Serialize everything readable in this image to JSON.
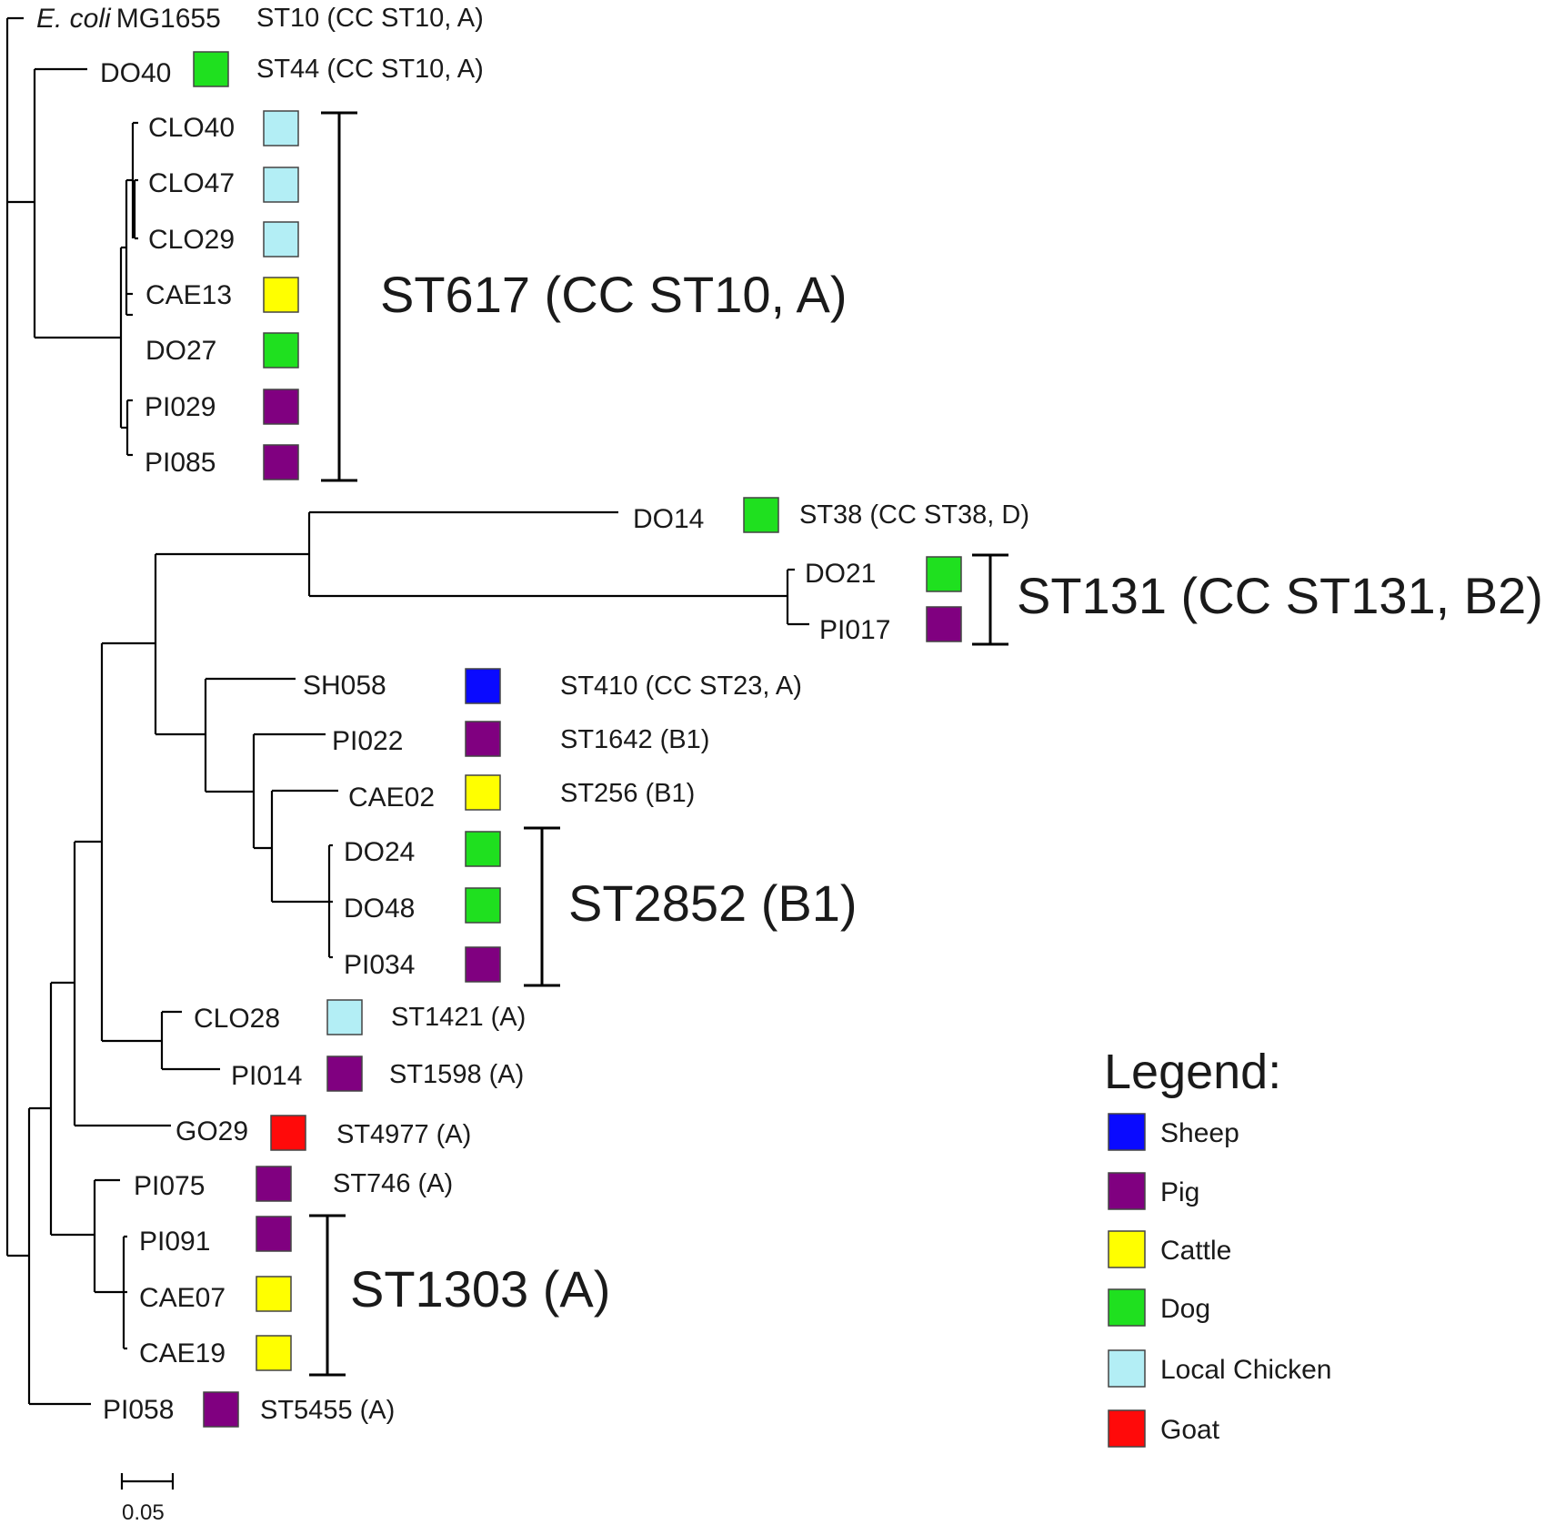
{
  "colors": {
    "sheep": "#0a0aff",
    "pig": "#800080",
    "cattle": "#ffff00",
    "dog": "#1fe01f",
    "local_chicken": "#b3eef5",
    "goat": "#ff0a0a"
  },
  "root_leaf": {
    "italic": "E. coli",
    "name": "MG1655",
    "st": "ST10 (CC ST10, A)"
  },
  "leaves": [
    {
      "name": "DO40",
      "host": "dog",
      "st": "ST44 (CC ST10, A)"
    },
    {
      "name": "CLO40",
      "host": "local_chicken",
      "st": ""
    },
    {
      "name": "CLO47",
      "host": "local_chicken",
      "st": ""
    },
    {
      "name": "CLO29",
      "host": "local_chicken",
      "st": ""
    },
    {
      "name": "CAE13",
      "host": "cattle",
      "st": ""
    },
    {
      "name": "DO27",
      "host": "dog",
      "st": ""
    },
    {
      "name": "PI029",
      "host": "pig",
      "st": ""
    },
    {
      "name": "PI085",
      "host": "pig",
      "st": ""
    },
    {
      "name": "DO14",
      "host": "dog",
      "st": "ST38 (CC ST38, D)"
    },
    {
      "name": "DO21",
      "host": "dog",
      "st": ""
    },
    {
      "name": "PI017",
      "host": "pig",
      "st": ""
    },
    {
      "name": "SH058",
      "host": "sheep",
      "st": "ST410 (CC ST23, A)"
    },
    {
      "name": "PI022",
      "host": "pig",
      "st": "ST1642 (B1)"
    },
    {
      "name": "CAE02",
      "host": "cattle",
      "st": "ST256 (B1)"
    },
    {
      "name": "DO24",
      "host": "dog",
      "st": ""
    },
    {
      "name": "DO48",
      "host": "dog",
      "st": ""
    },
    {
      "name": "PI034",
      "host": "pig",
      "st": ""
    },
    {
      "name": "CLO28",
      "host": "local_chicken",
      "st": "ST1421 (A)"
    },
    {
      "name": "PI014",
      "host": "pig",
      "st": "ST1598 (A)"
    },
    {
      "name": "GO29",
      "host": "goat",
      "st": "ST4977 (A)"
    },
    {
      "name": "PI075",
      "host": "pig",
      "st": "ST746 (A)"
    },
    {
      "name": "PI091",
      "host": "pig",
      "st": ""
    },
    {
      "name": "CAE07",
      "host": "cattle",
      "st": ""
    },
    {
      "name": "CAE19",
      "host": "cattle",
      "st": ""
    },
    {
      "name": "PI058",
      "host": "pig",
      "st": "ST5455 (A)"
    }
  ],
  "clades": [
    {
      "id": "st617",
      "label": "ST617 (CC ST10, A)"
    },
    {
      "id": "st131",
      "label": "ST131 (CC ST131, B2)"
    },
    {
      "id": "st2852",
      "label": "ST2852 (B1)"
    },
    {
      "id": "st1303",
      "label": "ST1303 (A)"
    }
  ],
  "legend": {
    "title": "Legend:",
    "items": [
      {
        "host": "sheep",
        "label": "Sheep"
      },
      {
        "host": "pig",
        "label": "Pig"
      },
      {
        "host": "cattle",
        "label": "Cattle"
      },
      {
        "host": "dog",
        "label": "Dog"
      },
      {
        "host": "local_chicken",
        "label": "Local Chicken"
      },
      {
        "host": "goat",
        "label": "Goat"
      }
    ]
  },
  "scale_bar": {
    "label": "0.05"
  }
}
